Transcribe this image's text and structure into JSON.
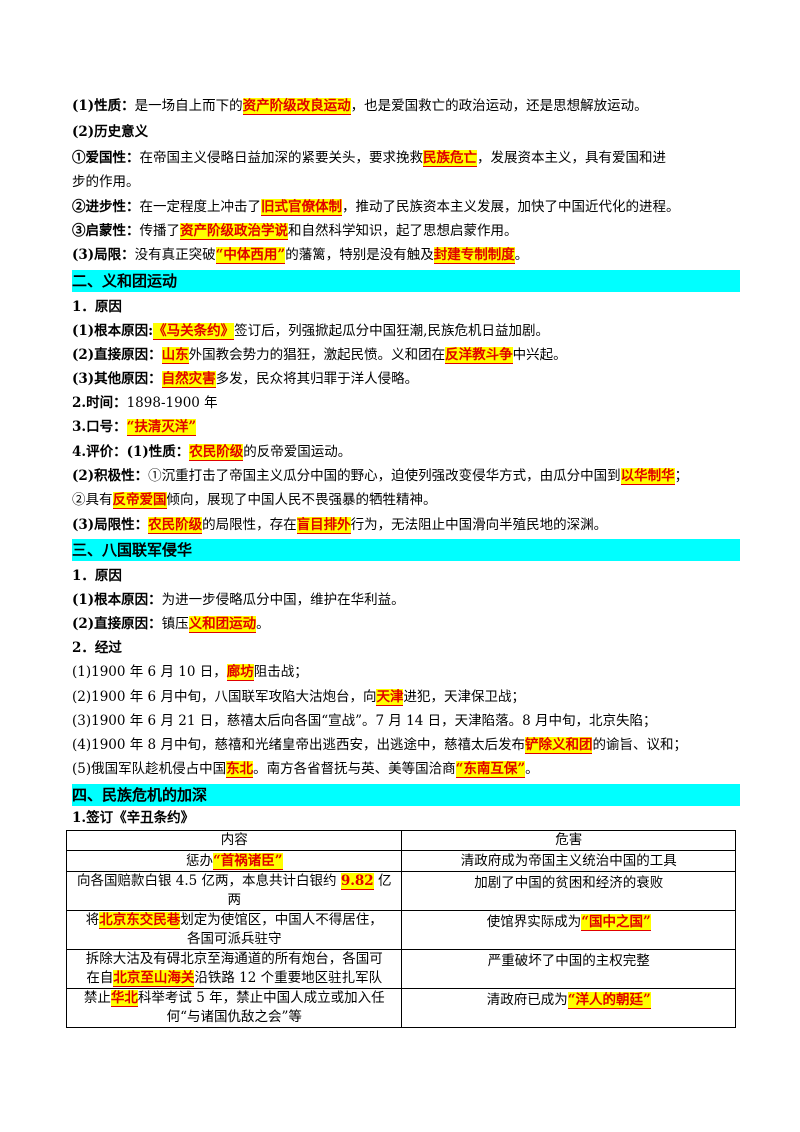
{
  "s1": {
    "l1": {
      "a": "(1)性质：",
      "b": "是一场自上而下的",
      "h1": "资产阶级改良运动",
      "c": "，也是爱国救亡的政治运动，还是思想解放运动。"
    },
    "l2": {
      "a": "(2)历史意义"
    },
    "l3": {
      "a": "①爱国性：",
      "b": "在帝国主义侵略日益加深的紧要关头，要求挽救",
      "h1": "民族危亡",
      "c": "，发展资本主义，具有爱国和进"
    },
    "l4": {
      "a": "步的作用。"
    },
    "l5": {
      "a": "②进步性：",
      "b": "在一定程度上冲击了",
      "h1": "旧式官僚体制",
      "c": "，推动了民族资本主义发展，加快了中国近代化的进程。"
    },
    "l6": {
      "a": "③启蒙性：",
      "b": "传播了",
      "h1": "资产阶级政治学说",
      "c": "和自然科学知识，起了思想启蒙作用。"
    },
    "l7": {
      "a": "(3)局限：",
      "b": "没有真正突破",
      "h1": "“中体西用”",
      "c": "的藩篱，特别是没有触及",
      "h2": "封建专制制度",
      "d": "。"
    }
  },
  "s2": {
    "title": "二、义和团运动",
    "l1": {
      "a": "1．原因"
    },
    "l2": {
      "a": "(1)根本原因:",
      "h1": "《马关条约》",
      "b": "签订后，列强掀起瓜分中国狂潮,民族危机日益加剧。"
    },
    "l3": {
      "a": "(2)直接原因：",
      "h1": "山东",
      "b": "外国教会势力的猖狂，激起民愤。义和团在",
      "h2": "反洋教斗争",
      "c": "中兴起。"
    },
    "l4": {
      "a": "(3)其他原因：",
      "h1": "自然灾害",
      "b": "多发，民众将其归罪于洋人侵略。"
    },
    "l5": {
      "a": "2.时间：",
      "b": "1898-1900 年"
    },
    "l6": {
      "a": "3.口号：",
      "h1": "“扶清灭洋”"
    },
    "l7": {
      "a": "4.评价：(1)性质：",
      "h1": "农民阶级",
      "b": "的反帝爱国运动。"
    },
    "l8": {
      "a": "(2)积极性：",
      "b": "①沉重打击了帝国主义瓜分中国的野心，迫使列强改变侵华方式，由瓜分中国到",
      "h1": "以华制华",
      "c": "；"
    },
    "l9": {
      "a": "②具有",
      "h1": "反帝爱国",
      "b": "倾向，展现了中国人民不畏强暴的牺牲精神。"
    },
    "l10": {
      "a": "(3)局限性：",
      "h1": "农民阶级",
      "b": "的局限性，存在",
      "h2": "盲目排外",
      "c": "行为，无法阻止中国滑向半殖民地的深渊。"
    }
  },
  "s3": {
    "title": "三、八国联军侵华",
    "l1": {
      "a": "1．原因"
    },
    "l2": {
      "a": "(1)根本原因：",
      "b": "为进一步侵略瓜分中国，维护在华利益。"
    },
    "l3": {
      "a": "(2)直接原因：",
      "b": "镇压",
      "h1": "义和团运动",
      "c": "。"
    },
    "l4": {
      "a": "2．经过"
    },
    "l5": {
      "a": "(1)1900 年 6 月 10 日，",
      "h1": "廊坊",
      "b": "阻击战；"
    },
    "l6": {
      "a": "(2)1900 年 6 月中旬，八国联军攻陷大沽炮台，向",
      "h1": "天津",
      "b": "进犯，天津保卫战；"
    },
    "l7": {
      "a": "(3)1900 年 6 月 21 日，慈禧太后向各国“宣战”。7 月 14 日，天津陷落。8 月中旬，北京失陷；"
    },
    "l8": {
      "a": "(4)1900 年 8 月中旬，慈禧和光绪皇帝出逃西安，出逃途中，慈禧太后发布",
      "h1": "铲除义和团",
      "b": "的谕旨、议和；"
    },
    "l9": {
      "a": "(5)俄国军队趁机侵占中国",
      "h1": "东北",
      "b": "。南方各省督抚与英、美等国洽商",
      "h2": "“东南互保”",
      "c": "。"
    }
  },
  "s4": {
    "title": "四、民族危机的加深",
    "sub": "1.签订《辛丑条约》",
    "table": {
      "h1": "内容",
      "h2": "危害",
      "r1": {
        "a": "惩办",
        "h1": "“首祸诸臣”",
        "r": "清政府成为帝国主义统治中国的工具"
      },
      "r2": {
        "a": "向各国赔款白银 4.5 亿两，本息共计白银约 ",
        "h1": "9.82",
        "b": " 亿",
        "c": "两",
        "r": "加剧了中国的贫困和经济的衰败"
      },
      "r3": {
        "a": "将",
        "h1": "北京东交民巷",
        "b": "划定为使馆区，中国人不得居住，",
        "c": "各国可派兵驻守",
        "r": "使馆界实际成为",
        "rh": "“国中之国”"
      },
      "r4": {
        "a": "拆除大沽及有碍北京至海通道的所有炮台，各国可",
        "b": "在自",
        "h1": "北京至山海关",
        "c": "沿铁路 12 个重要地区驻扎军队",
        "r": "严重破坏了中国的主权完整"
      },
      "r5": {
        "a": "禁止",
        "h1": "华北",
        "b": "科举考试 5 年，禁止中国人成立或加入任",
        "c": "何“与诸国仇敌之会”等",
        "r": "清政府已成为",
        "rh": "“洋人的朝廷”"
      }
    }
  }
}
